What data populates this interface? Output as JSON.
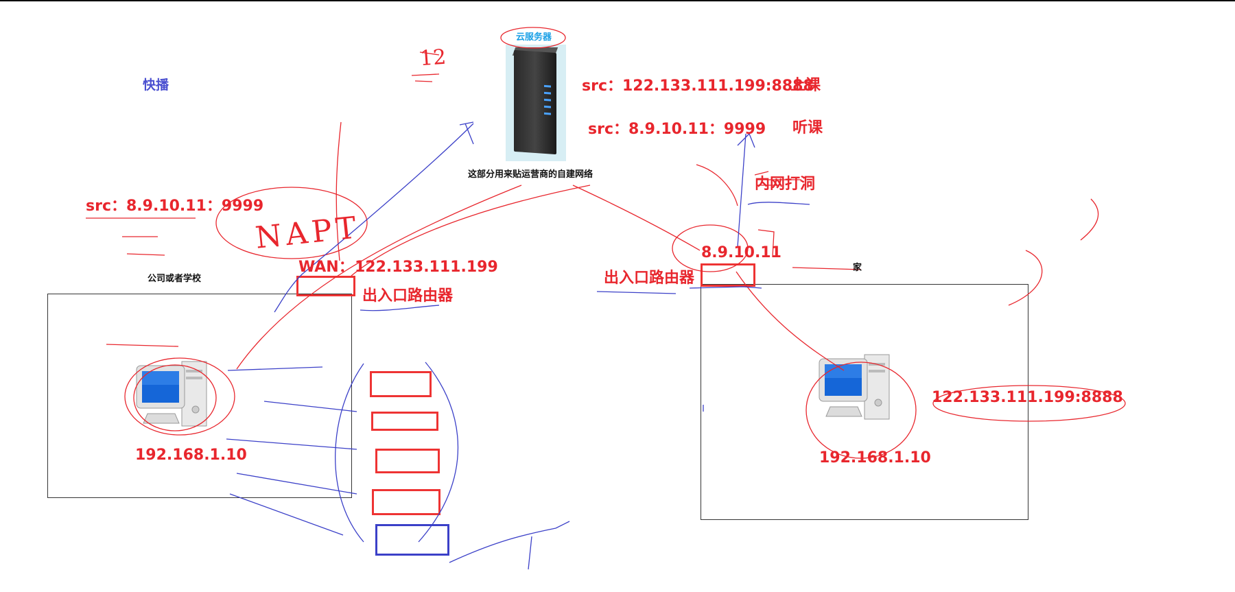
{
  "title": "快播",
  "cloud": {
    "label": "云服务器",
    "caption": "这部分用来贴运营商的自建网络"
  },
  "nat_table": {
    "row1": "src：122.133.111.199:8888",
    "row1_tag": "上课",
    "row2": "src：8.9.10.11：9999",
    "row2_tag": "听课"
  },
  "left_src": "src：8.9.10.11：9999",
  "hole_punch": "内网打洞",
  "left_site": {
    "name": "公司或者学校",
    "wan": "WAN：",
    "wan_ip": "122.133.111.199",
    "router": "出入口路由器",
    "pc_ip": "192.168.1.10"
  },
  "right_site": {
    "name": "家",
    "public_ip": "8.9.10.11",
    "router": "出入口路由器",
    "pc_ip": "192.168.1.10",
    "target": "122.133.111.199:8888"
  },
  "handwriting": {
    "napt": "NAPT",
    "num12": "12"
  },
  "colors": {
    "red": "#e8262d",
    "blue_pen": "#3b40c8",
    "label_blue": "#4a4fd0",
    "cloud_blue": "#1aa0e6"
  }
}
